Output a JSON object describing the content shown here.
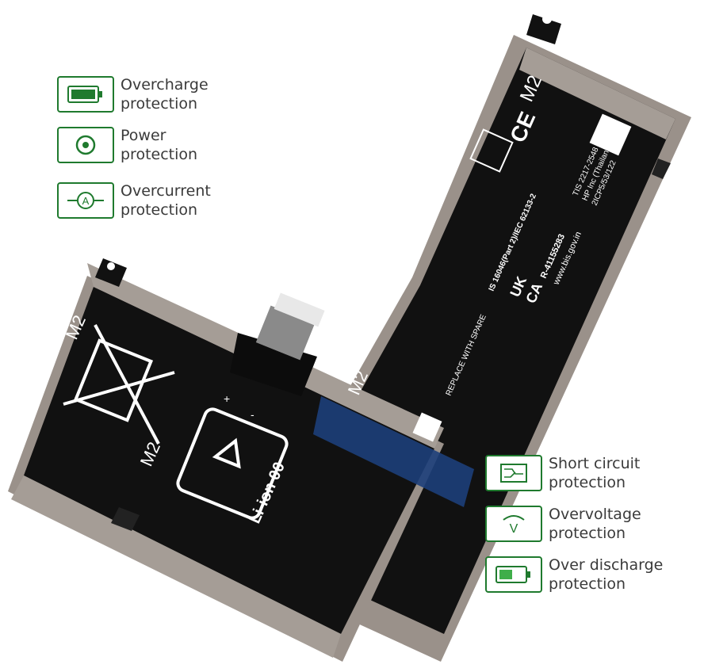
{
  "features_left": [
    {
      "line1": "Overcharge",
      "line2": "protection",
      "icon": "full-battery-icon"
    },
    {
      "line1": "Power",
      "line2": "protection",
      "icon": "power-icon"
    },
    {
      "line1": "Overcurrent",
      "line2": "protection",
      "icon": "ammeter-icon"
    }
  ],
  "features_right": [
    {
      "line1": "Short circuit",
      "line2": "protection",
      "icon": "circuit-board-icon"
    },
    {
      "line1": "Overvoltage",
      "line2": "protection",
      "icon": "voltage-icon"
    },
    {
      "line1": "Over discharge",
      "line2": "protection",
      "icon": "low-battery-icon"
    }
  ],
  "battery_labels": {
    "m2_top": "M2",
    "m2_left": "M2",
    "m2_mid": "M2",
    "m2_lower": "M2",
    "li_ion": "Li-ion 00",
    "ce_mark": "CE",
    "uk_ca_top": "UK",
    "uk_ca_bottom": "CA",
    "bis": "www.bis.gov.in",
    "r_number": "R-41155283",
    "is_standard": "IS 16046(Part 2)/IEC 62133-2",
    "replace_line1": "REPLACE WITH    SPARE",
    "tis": "TIS 2217-2548",
    "hp_inc": "HP Inc (Thailand) Ltd.",
    "pn": "2ICP5/53/122",
    "plus": "+",
    "minus": "-"
  },
  "colors": {
    "accent_green": "#1f7a2e",
    "battery_black": "#111111",
    "battery_metal": "#9a918a",
    "blue_tape": "#1d3f7a"
  }
}
